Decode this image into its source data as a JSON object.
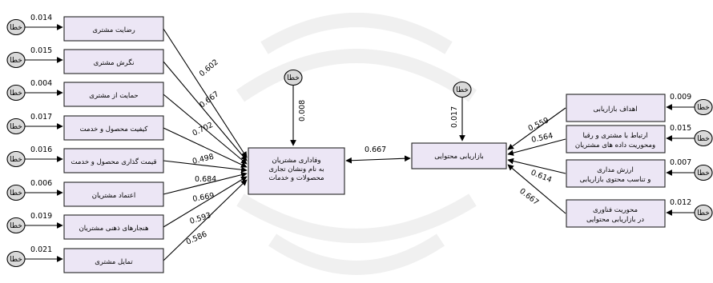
{
  "error_label": "خطا",
  "left_indicators": [
    {
      "label": "رضایت مشتری",
      "error": "0.014",
      "coef": "0.602"
    },
    {
      "label": "نگرش مشتری",
      "error": "0.015",
      "coef": "0.667"
    },
    {
      "label": "حمایت از  مشتری",
      "error": "0.004",
      "coef": "0.702"
    },
    {
      "label": "کیفیت محصول و خدمت",
      "error": "0.017",
      "coef": "0.498"
    },
    {
      "label": "قیمت گذاری محصول و خدمت",
      "error": "0.016",
      "coef": "0.684"
    },
    {
      "label": "اعتماد مشتریان",
      "error": "0.006",
      "coef": "0.669"
    },
    {
      "label": "هنجارهای ذهنی مشتریان",
      "error": "0.019",
      "coef": "0.593"
    },
    {
      "label": "تمایل مشتری",
      "error": "0.021",
      "coef": "0.586"
    }
  ],
  "central_left": {
    "lines": [
      "وفاداری مشتریان",
      "به نام ونشان تجاری",
      "محصولات و خدمات"
    ],
    "error": "0.008"
  },
  "central_right": {
    "lines": [
      "بازاریابی محتوایی"
    ],
    "error": "0.017"
  },
  "link_coef": "0.667",
  "right_indicators": [
    {
      "lines": [
        "اهداف بازاریابی"
      ],
      "error": "0.009",
      "coef": "0.559"
    },
    {
      "lines": [
        "ارتباط با مشتری و رقبا",
        "ومحوریت  داده های مشتریان"
      ],
      "error": "0.015",
      "coef": "0.564"
    },
    {
      "lines": [
        "ارزش مداری",
        "و تناسب محتوی بازاریابی"
      ],
      "error": "0.007",
      "coef": "0.614"
    },
    {
      "lines": [
        "محوریت فناوری",
        "در بازاریابی محتوایی"
      ],
      "error": "0.012",
      "coef": "0.667"
    }
  ],
  "colors": {
    "box_fill": "#ece6f5",
    "box_stroke": "#222222",
    "error_fill": "#d9d9d9",
    "line": "#000000"
  }
}
